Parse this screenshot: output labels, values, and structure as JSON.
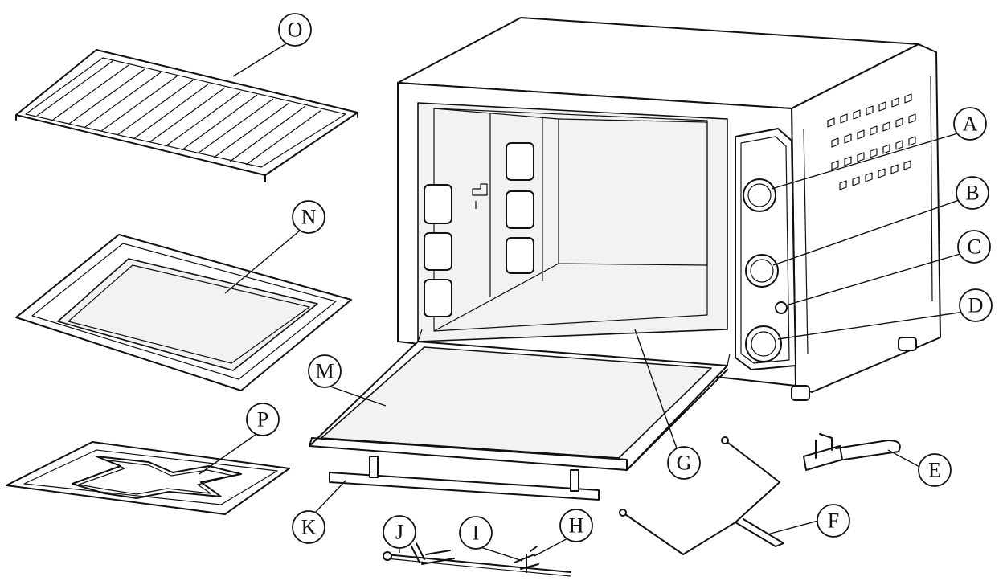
{
  "labels": {
    "A": "A",
    "B": "B",
    "C": "C",
    "D": "D",
    "E": "E",
    "F": "F",
    "G": "G",
    "H": "H",
    "I": "I",
    "J": "J",
    "K": "K",
    "M": "M",
    "N": "N",
    "O": "O",
    "P": "P"
  }
}
